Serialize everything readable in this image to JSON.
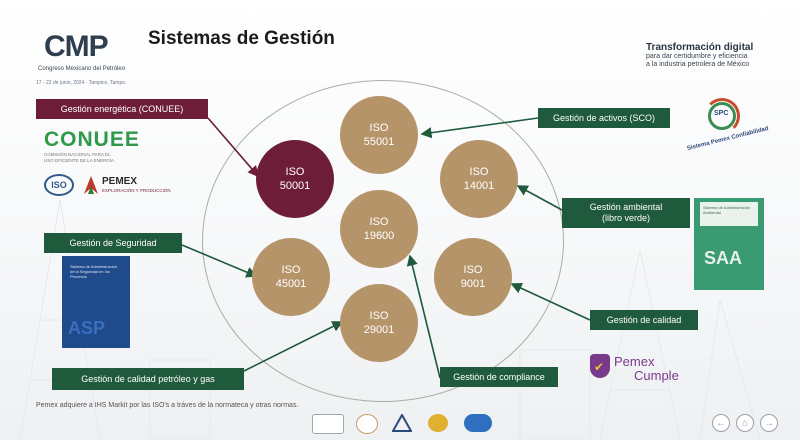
{
  "header": {
    "logo_text": "CMP",
    "logo_subtitle": "Congreso Mexicano del Petróleo",
    "logo_date": "17 - 22 de junio, 2024 · Tampico, Tamps.",
    "title": "Sistemas de Gestión",
    "tagline_title": "Transformación digital",
    "tagline_line1": "para dar certidumbre y eficiencia",
    "tagline_line2": "a la industria petrolera de México"
  },
  "circles": {
    "iso55001": {
      "label": "ISO",
      "num": "55001"
    },
    "iso14001": {
      "label": "ISO",
      "num": "14001"
    },
    "iso50001": {
      "label": "ISO",
      "num": "50001"
    },
    "iso19600": {
      "label": "ISO",
      "num": "19600"
    },
    "iso45001": {
      "label": "ISO",
      "num": "45001"
    },
    "iso9001": {
      "label": "ISO",
      "num": "9001"
    },
    "iso29001": {
      "label": "ISO",
      "num": "29001"
    }
  },
  "labels": {
    "energetica": "Gestión energética (CONUEE)",
    "activos": "Gestión de activos (SCO)",
    "ambiental_1": "Gestión ambiental",
    "ambiental_2": "(libro verde)",
    "seguridad": "Gestión de Seguridad",
    "calidad": "Gestión de calidad",
    "calidad_petroleo": "Gestión de calidad petróleo y gas",
    "compliance": "Gestión de compliance"
  },
  "logos": {
    "conuee_1": "CON",
    "conuee_2": "UEE",
    "conuee_sub1": "COMISIÓN NACIONAL PARA EL",
    "conuee_sub2": "USO EFICIENTE DE LA ENERGÍA",
    "iso_badge": "ISO",
    "pemex": "PEMEX",
    "pemex_ep": "EXPLORACIÓN Y PRODUCCIÓN",
    "asp_text": "Sistema de Administración de la Seguridad en los Procesos",
    "asp_big": "ASP",
    "saa_text": "Sistema de Administración Ambiental",
    "saa_big": "SAA",
    "spc_core": "SPC",
    "spc_name": "Sistema Pemex Confiabilidad",
    "cumple_1": "Pemex",
    "cumple_2": "Cumple"
  },
  "footer": {
    "note": "Pemex adquiere a IHS Markit por las ISO's a tráves de la normateca y otras normas."
  },
  "nav": {
    "prev": "←",
    "home": "⌂",
    "next": "→"
  },
  "colors": {
    "gold": "#b5946a",
    "maroon": "#6d1d38",
    "green": "#1f5a3c"
  }
}
